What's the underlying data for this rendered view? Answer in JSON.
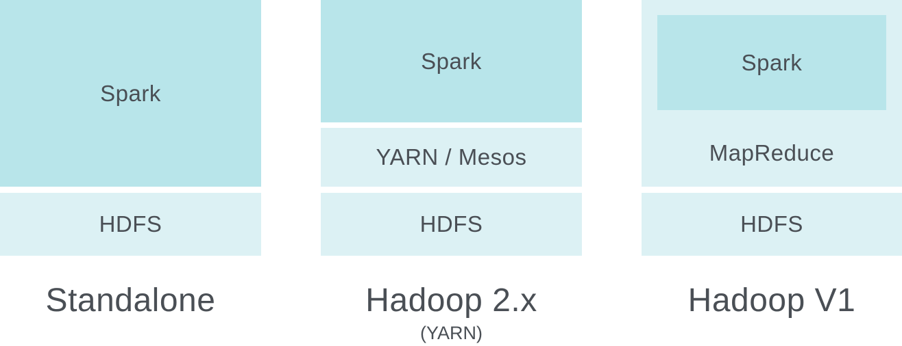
{
  "columns": {
    "standalone": {
      "spark": "Spark",
      "hdfs": "HDFS",
      "title": "Standalone"
    },
    "hadoop2": {
      "spark": "Spark",
      "resource_manager": "YARN / Mesos",
      "hdfs": "HDFS",
      "title": "Hadoop 2.x",
      "subtitle": "(YARN)"
    },
    "hadoop1": {
      "spark": "Spark",
      "mapreduce": "MapReduce",
      "hdfs": "HDFS",
      "title": "Hadoop V1"
    }
  },
  "colors": {
    "dark_block": "#b8e5ea",
    "light_block": "#dcf1f4",
    "text": "#4a4f55"
  }
}
